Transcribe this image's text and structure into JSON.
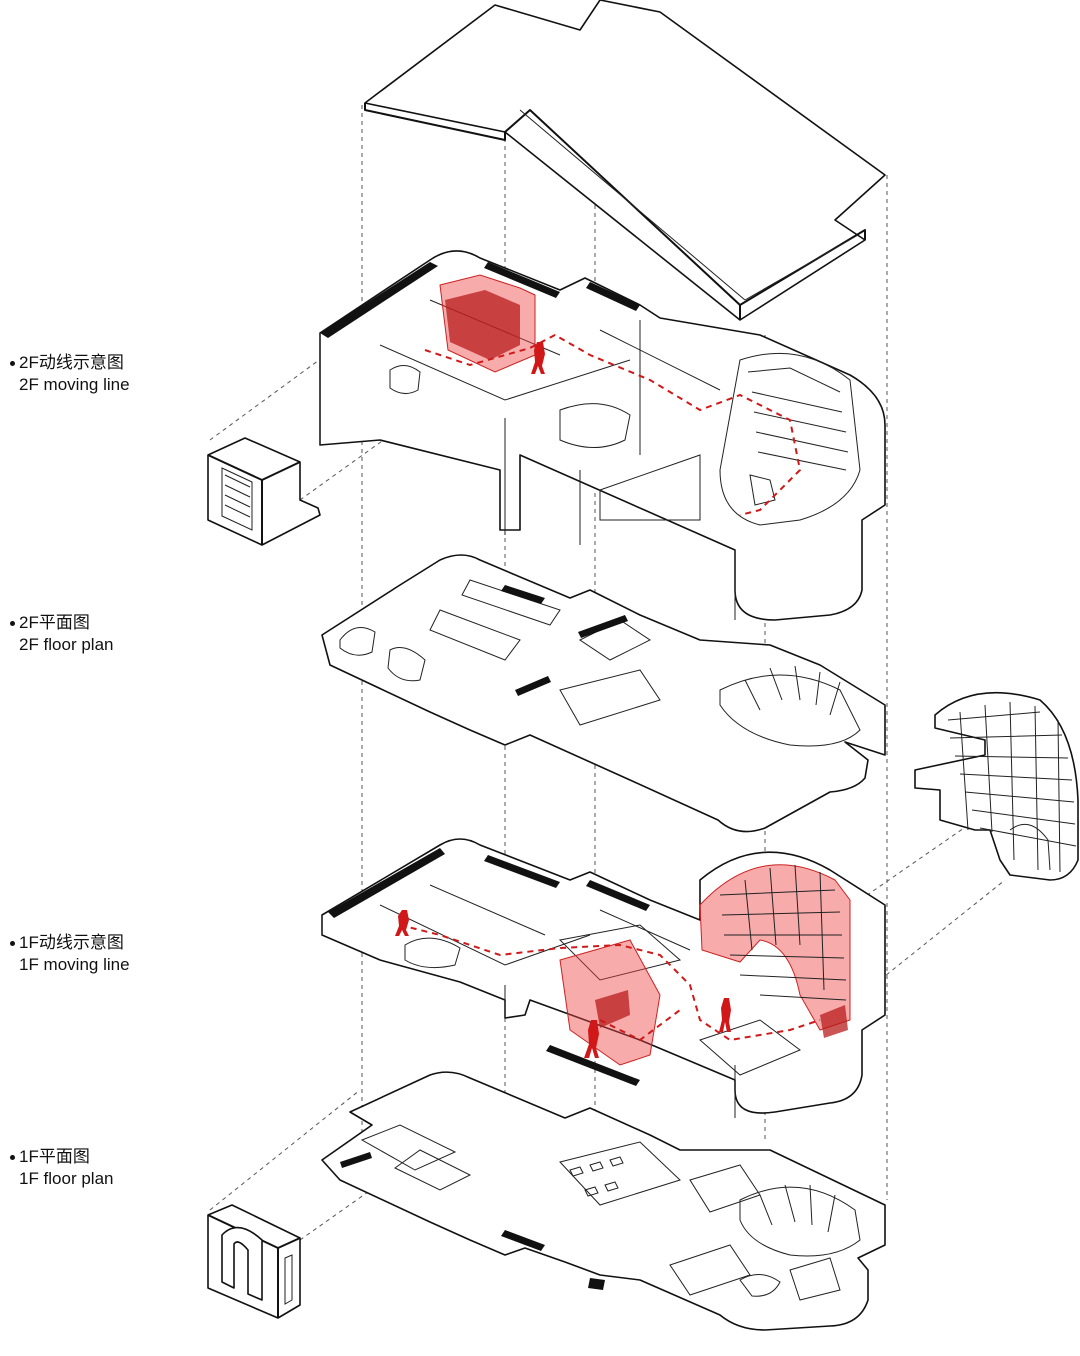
{
  "labels": {
    "f2_moving": {
      "zh": "2F动线示意图",
      "en": "2F moving line"
    },
    "f2_plan": {
      "zh": "2F平面图",
      "en": "2F floor plan"
    },
    "f1_moving": {
      "zh": "1F动线示意图",
      "en": "1F moving line"
    },
    "f1_plan": {
      "zh": "1F平面图",
      "en": "1F floor plan"
    }
  },
  "colors": {
    "line": "#111111",
    "highlight": "#e44444",
    "path": "#d01818",
    "background": "#ffffff"
  }
}
